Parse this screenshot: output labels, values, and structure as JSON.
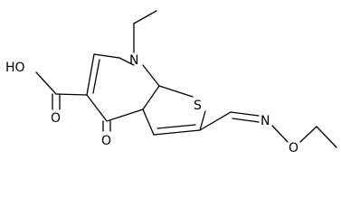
{
  "molecule": {
    "atom_labels": {
      "carboxylic_oh": "HO",
      "carboxylic_o": "O",
      "ring_nitrogen": "N",
      "thiophene_sulfur": "S",
      "ketone_oxygen": "O",
      "oxime_nitrogen": "N",
      "ether_oxygen": "O"
    },
    "colors": {
      "bond": "#000000",
      "label": "#000000",
      "background": "#ffffff"
    }
  }
}
